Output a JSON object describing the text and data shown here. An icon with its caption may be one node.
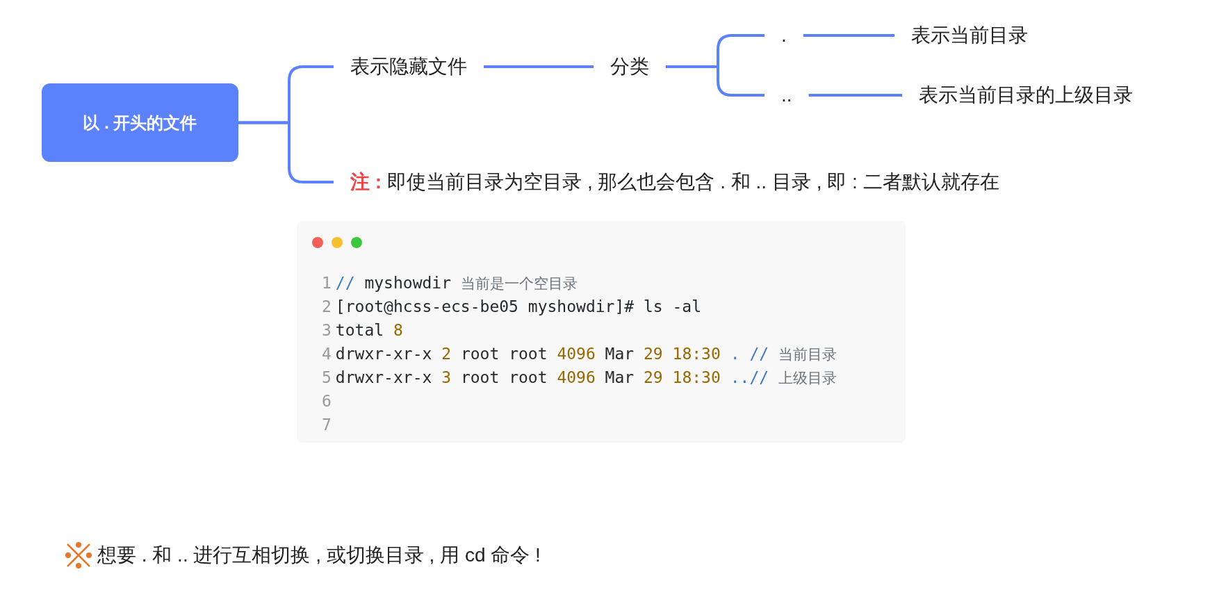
{
  "diagram": {
    "nodes": [
      {
        "text": [
          "以 . 开头的文件"
        ]
      },
      {
        "text": [
          "表示隐藏文件"
        ]
      },
      {
        "text": [
          "分类"
        ]
      },
      {
        "text": [
          "."
        ]
      },
      {
        "text": [
          ".."
        ]
      },
      {
        "text": [
          "表示当前目录"
        ]
      },
      {
        "text": [
          "表示当前目录的上级目录"
        ]
      },
      {
        "text": [
          "注 :",
          "即使当前目录为空目录 , 那么也会包含 . 和 .. 目录 , 即 : 二者默认就存在"
        ]
      }
    ],
    "edges": [
      {
        "from": 0,
        "to": 1,
        "arrow": "none"
      },
      {
        "from": 0,
        "to": 7,
        "arrow": "none"
      },
      {
        "from": 1,
        "to": 2,
        "arrow": "none"
      },
      {
        "from": 2,
        "to": 3,
        "arrow": "none"
      },
      {
        "from": 2,
        "to": 4,
        "arrow": "none"
      },
      {
        "from": 3,
        "to": 5,
        "arrow": "none"
      },
      {
        "from": 4,
        "to": 6,
        "arrow": "none"
      }
    ],
    "labels": [
      "1",
      "// myshowdir 当前是一个空目录",
      "2",
      "[root@hcss-ecs-be05 myshowdir]# ls -al",
      "3",
      "total 8",
      "4",
      "drwxr-xr-x 2 root root 4096 Mar 29 18:30 . // 当前目录",
      "5",
      "drwxr-xr-x 3 root root 4096 Mar 29 18:30 ..// 上级目录",
      "6",
      "7",
      "想要 . 和 .. 进行互相切换 , 或切换目录 , 用 cd 命令 !"
    ]
  }
}
